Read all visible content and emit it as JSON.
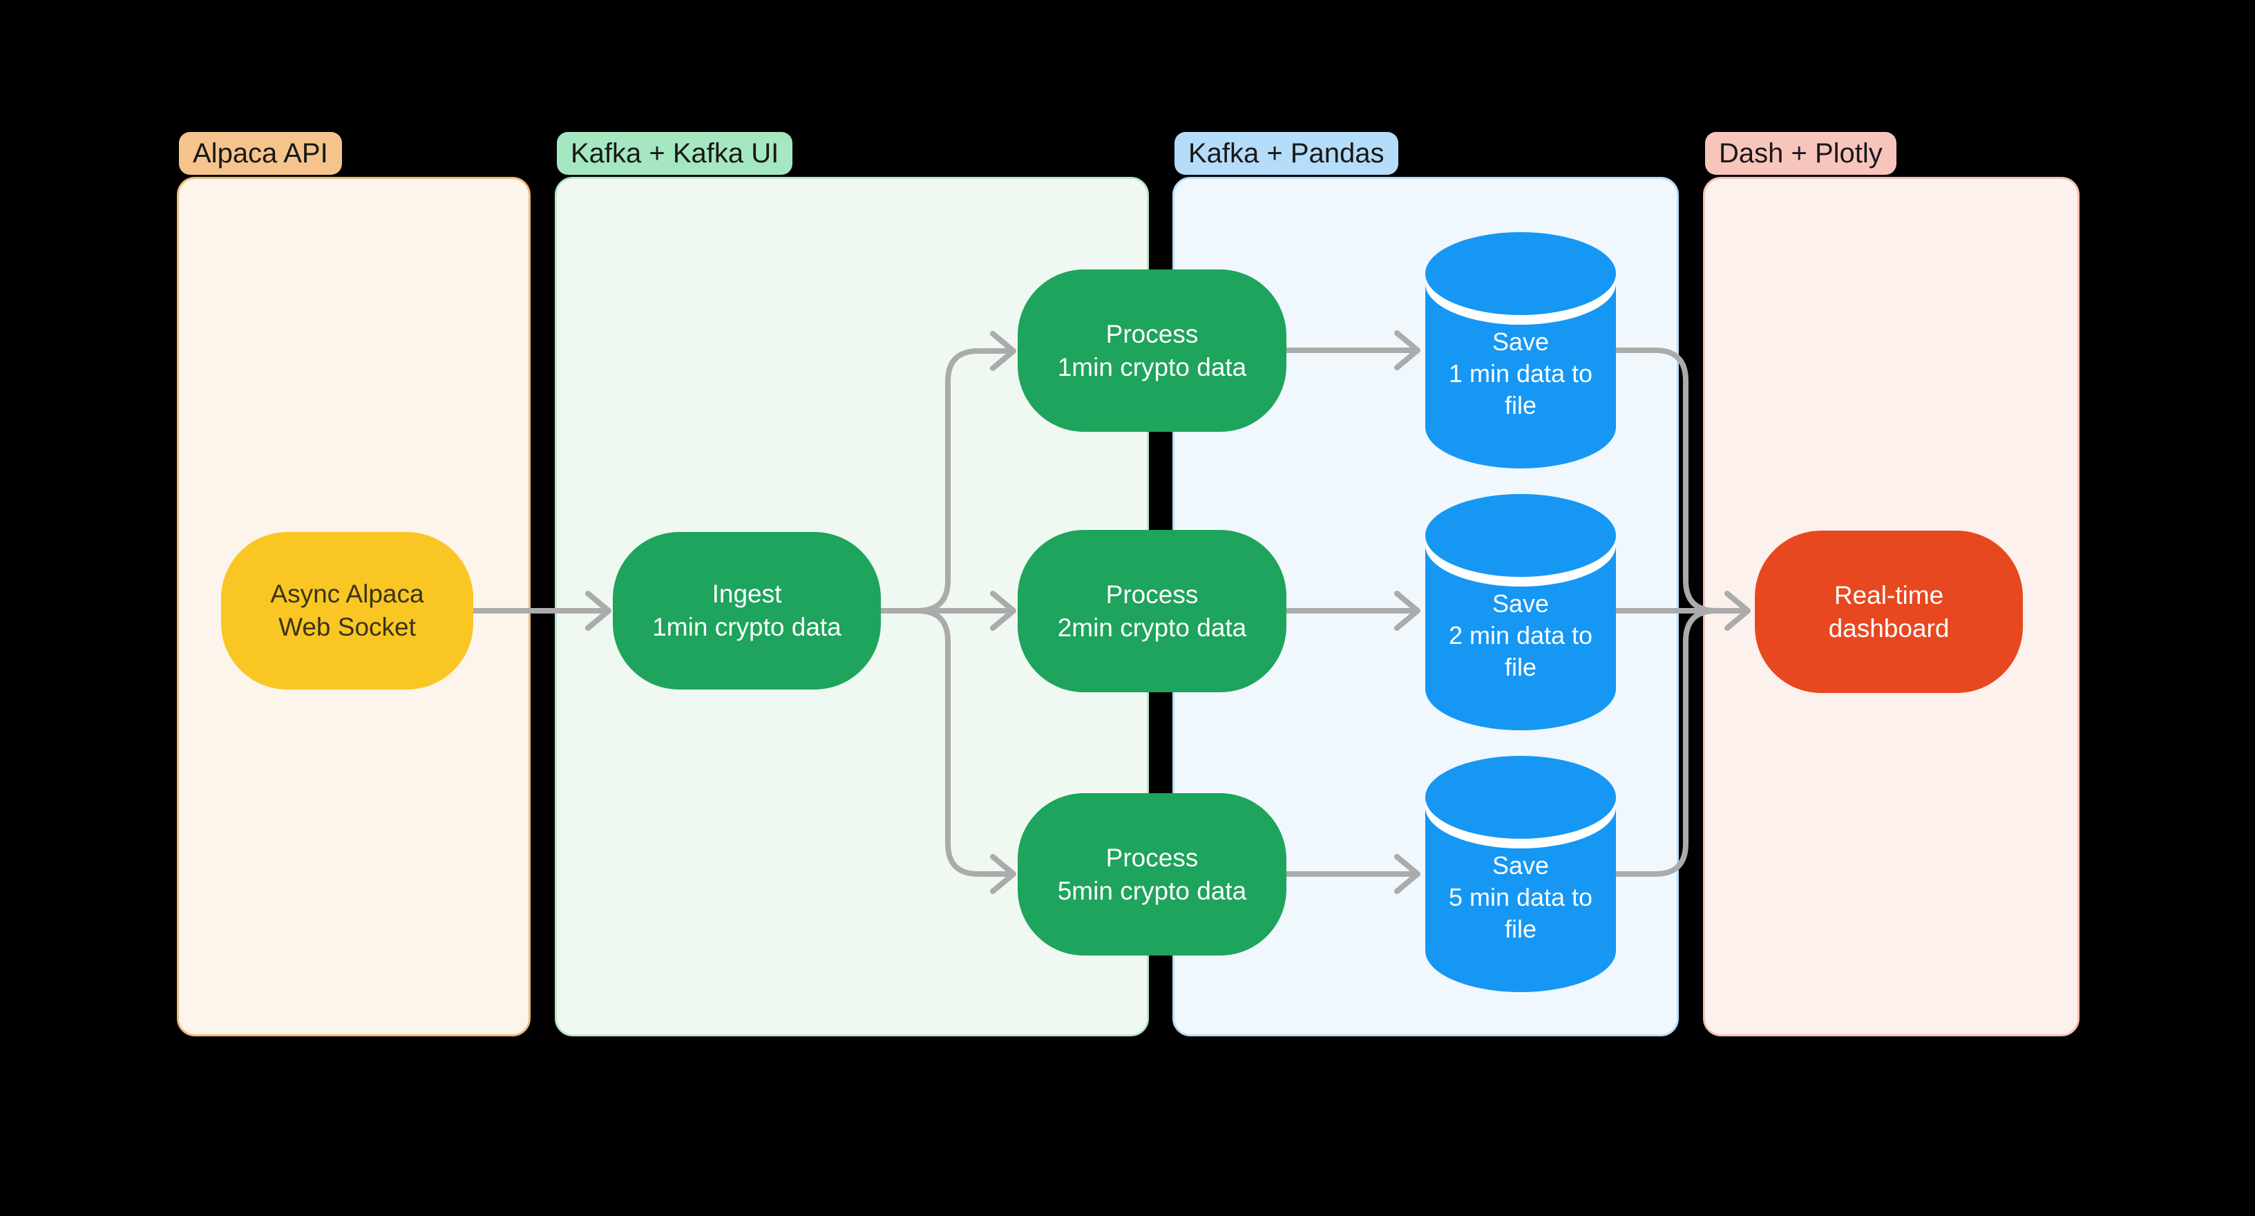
{
  "lanes": [
    {
      "id": "alpaca-api",
      "label": "Alpaca API",
      "badge_bg": "#F5C48C",
      "panel_bg": "#FDF4EC",
      "panel_border": "#F1BA80"
    },
    {
      "id": "kafka-kafka-ui",
      "label": "Kafka + Kafka UI",
      "badge_bg": "#A5E7C0",
      "panel_bg": "#EFF9F1",
      "panel_border": "#B9E8C8"
    },
    {
      "id": "kafka-pandas",
      "label": "Kafka + Pandas",
      "badge_bg": "#B5DCF8",
      "panel_bg": "#F0F8FE",
      "panel_border": "#B8DCF6"
    },
    {
      "id": "dash-plotly",
      "label": "Dash + Plotly",
      "badge_bg": "#F8C5BD",
      "panel_bg": "#FDF1ED",
      "panel_border": "#F6C0B6"
    }
  ],
  "nodes": {
    "source": {
      "lines": [
        "Async Alpaca",
        "Web Socket"
      ],
      "color": "#F9C623",
      "shape": "rounded"
    },
    "ingest": {
      "lines": [
        "Ingest",
        "1min crypto data"
      ],
      "color": "#1EA45C",
      "shape": "rounded"
    },
    "process_1min": {
      "lines": [
        "Process",
        "1min crypto data"
      ],
      "color": "#1EA45C",
      "shape": "rounded"
    },
    "process_2min": {
      "lines": [
        "Process",
        "2min crypto data"
      ],
      "color": "#1EA45C",
      "shape": "rounded"
    },
    "process_5min": {
      "lines": [
        "Process",
        "5min crypto data"
      ],
      "color": "#1EA45C",
      "shape": "rounded"
    },
    "save_1min": {
      "lines": [
        "Save",
        "1 min data to",
        "file"
      ],
      "color": "#1697F4",
      "shape": "cylinder"
    },
    "save_2min": {
      "lines": [
        "Save",
        "2 min data to",
        "file"
      ],
      "color": "#1697F4",
      "shape": "cylinder"
    },
    "save_5min": {
      "lines": [
        "Save",
        "5 min data to",
        "file"
      ],
      "color": "#1697F4",
      "shape": "cylinder"
    },
    "dashboard": {
      "lines": [
        "Real-time",
        "dashboard"
      ],
      "color": "#E8481F",
      "shape": "rounded"
    }
  },
  "edges": [
    {
      "from": "source",
      "to": "ingest"
    },
    {
      "from": "ingest",
      "to": "process_1min"
    },
    {
      "from": "ingest",
      "to": "process_2min"
    },
    {
      "from": "ingest",
      "to": "process_5min"
    },
    {
      "from": "process_1min",
      "to": "save_1min"
    },
    {
      "from": "process_2min",
      "to": "save_2min"
    },
    {
      "from": "process_5min",
      "to": "save_5min"
    },
    {
      "from": "save_1min",
      "to": "dashboard"
    },
    {
      "from": "save_2min",
      "to": "dashboard"
    },
    {
      "from": "save_5min",
      "to": "dashboard"
    }
  ],
  "colors": {
    "background": "#000000",
    "arrow": "#ABABAB",
    "node_text_light": "#FFFFFF",
    "node_text_dark": "#3A3318",
    "label_text": "#181818"
  }
}
